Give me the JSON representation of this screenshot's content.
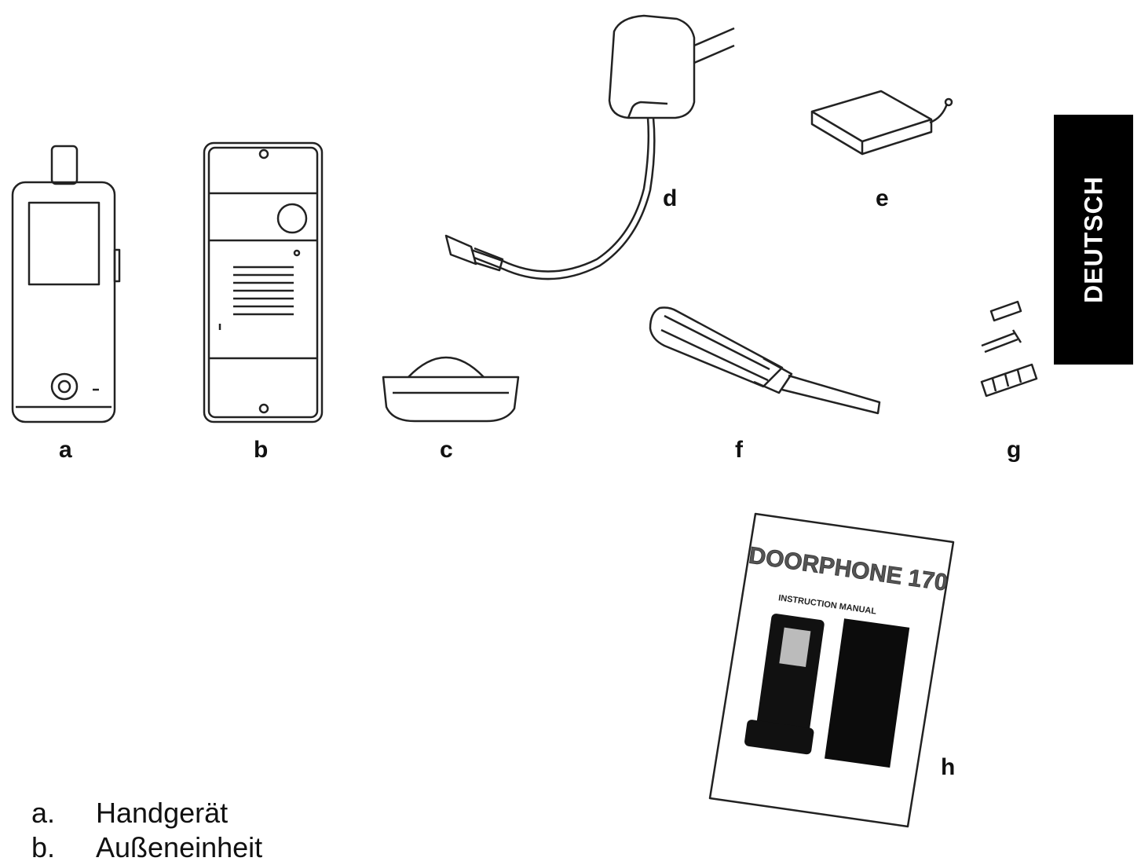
{
  "side_tab": {
    "label": "DEUTSCH"
  },
  "item_labels": {
    "a": "a",
    "b": "b",
    "c": "c",
    "d": "d",
    "e": "e",
    "f": "f",
    "g": "g",
    "h": "h"
  },
  "manual_cover": {
    "title": "DOORPHONE 170",
    "subtitle": "INSTRUCTION MANUAL"
  },
  "legend": [
    {
      "key": "a.",
      "text": "Handgerät"
    },
    {
      "key": "b.",
      "text": "Außeneinheit"
    }
  ]
}
